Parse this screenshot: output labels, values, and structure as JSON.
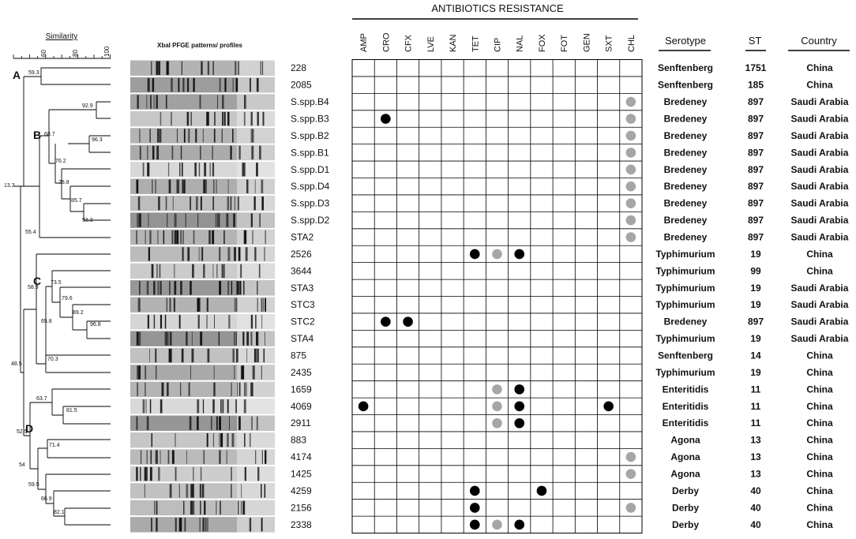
{
  "header": {
    "group_title": "ANTIBIOTICS   RESISTANCE",
    "similarity_label": "Similarity",
    "pfge_label": "XbaI PFGE patterns/ profiles",
    "scale_ticks": [
      "60",
      "80",
      "100"
    ],
    "serotype_header": "Serotype",
    "st_header": "ST",
    "country_header": "Country"
  },
  "antibiotics": [
    "AMP",
    "CRO",
    "CFX",
    "LVE",
    "KAN",
    "TET",
    "CIP",
    "NAL",
    "FOX",
    "FOT",
    "GEN",
    "SXT",
    "CHL"
  ],
  "legend_colors": {
    "resistant": "#000000",
    "intermediate": "#a6a6a6"
  },
  "clusters": [
    {
      "label": "A"
    },
    {
      "label": "B"
    },
    {
      "label": "C"
    },
    {
      "label": "D"
    }
  ],
  "node_values": [
    "59.3",
    "92.9",
    "68.7",
    "96.3",
    "76.2",
    "78.8",
    "85.7",
    "93.3",
    "13.3",
    "55.4",
    "73.5",
    "58.9",
    "79.6",
    "89.2",
    "96.8",
    "65.8",
    "70.3",
    "48.5",
    "63.7",
    "81.5",
    "52.5",
    "71.4",
    "54",
    "59.5",
    "66.9",
    "82.1"
  ],
  "isolates": [
    {
      "id": "228",
      "serotype": "Senftenberg",
      "st": "1751",
      "country": "China",
      "R": [],
      "I": []
    },
    {
      "id": "2085",
      "serotype": "Senftenberg",
      "st": "185",
      "country": "China",
      "R": [],
      "I": []
    },
    {
      "id": "S.spp.B4",
      "serotype": "Bredeney",
      "st": "897",
      "country": "Saudi Arabia",
      "R": [],
      "I": [
        "CHL"
      ]
    },
    {
      "id": "S.spp.B3",
      "serotype": "Bredeney",
      "st": "897",
      "country": "Saudi Arabia",
      "R": [
        "CRO"
      ],
      "I": [
        "CHL"
      ]
    },
    {
      "id": "S.spp.B2",
      "serotype": "Bredeney",
      "st": "897",
      "country": "Saudi Arabia",
      "R": [],
      "I": [
        "CHL"
      ]
    },
    {
      "id": "S.spp.B1",
      "serotype": "Bredeney",
      "st": "897",
      "country": "Saudi Arabia",
      "R": [],
      "I": [
        "CHL"
      ]
    },
    {
      "id": "S.spp.D1",
      "serotype": "Bredeney",
      "st": "897",
      "country": "Saudi Arabia",
      "R": [],
      "I": [
        "CHL"
      ]
    },
    {
      "id": "S.spp.D4",
      "serotype": "Bredeney",
      "st": "897",
      "country": "Saudi Arabia",
      "R": [],
      "I": [
        "CHL"
      ]
    },
    {
      "id": "S.spp.D3",
      "serotype": "Bredeney",
      "st": "897",
      "country": "Saudi Arabia",
      "R": [],
      "I": [
        "CHL"
      ]
    },
    {
      "id": "S.spp.D2",
      "serotype": "Bredeney",
      "st": "897",
      "country": "Saudi Arabia",
      "R": [],
      "I": [
        "CHL"
      ]
    },
    {
      "id": "STA2",
      "serotype": "Bredeney",
      "st": "897",
      "country": "Saudi Arabia",
      "R": [],
      "I": [
        "CHL"
      ]
    },
    {
      "id": "2526",
      "serotype": "Typhimurium",
      "st": "19",
      "country": "China",
      "R": [
        "TET",
        "NAL"
      ],
      "I": [
        "CIP"
      ]
    },
    {
      "id": "3644",
      "serotype": "Typhimurium",
      "st": "99",
      "country": "China",
      "R": [],
      "I": []
    },
    {
      "id": "STA3",
      "serotype": "Typhimurium",
      "st": "19",
      "country": "Saudi Arabia",
      "R": [],
      "I": []
    },
    {
      "id": "STC3",
      "serotype": "Typhimurium",
      "st": "19",
      "country": "Saudi Arabia",
      "R": [],
      "I": []
    },
    {
      "id": "STC2",
      "serotype": "Bredeney",
      "st": "897",
      "country": "Saudi Arabia",
      "R": [
        "CRO",
        "CFX"
      ],
      "I": []
    },
    {
      "id": "STA4",
      "serotype": "Typhimurium",
      "st": "19",
      "country": "Saudi Arabia",
      "R": [],
      "I": []
    },
    {
      "id": "875",
      "serotype": "Senftenberg",
      "st": "14",
      "country": "China",
      "R": [],
      "I": []
    },
    {
      "id": "2435",
      "serotype": "Typhimurium",
      "st": "19",
      "country": "China",
      "R": [],
      "I": []
    },
    {
      "id": "1659",
      "serotype": "Enteritidis",
      "st": "11",
      "country": "China",
      "R": [
        "NAL"
      ],
      "I": [
        "CIP"
      ]
    },
    {
      "id": "4069",
      "serotype": "Enteritidis",
      "st": "11",
      "country": "China",
      "R": [
        "AMP",
        "NAL",
        "SXT"
      ],
      "I": [
        "CIP"
      ]
    },
    {
      "id": "2911",
      "serotype": "Enteritidis",
      "st": "11",
      "country": "China",
      "R": [
        "NAL"
      ],
      "I": [
        "CIP"
      ]
    },
    {
      "id": "883",
      "serotype": "Agona",
      "st": "13",
      "country": "China",
      "R": [],
      "I": []
    },
    {
      "id": "4174",
      "serotype": "Agona",
      "st": "13",
      "country": "China",
      "R": [],
      "I": [
        "CHL"
      ]
    },
    {
      "id": "1425",
      "serotype": "Agona",
      "st": "13",
      "country": "China",
      "R": [],
      "I": [
        "CHL"
      ]
    },
    {
      "id": "4259",
      "serotype": "Derby",
      "st": "40",
      "country": "China",
      "R": [
        "TET",
        "FOX"
      ],
      "I": []
    },
    {
      "id": "2156",
      "serotype": "Derby",
      "st": "40",
      "country": "China",
      "R": [
        "TET"
      ],
      "I": [
        "CHL"
      ]
    },
    {
      "id": "2338",
      "serotype": "Derby",
      "st": "40",
      "country": "China",
      "R": [
        "TET",
        "NAL"
      ],
      "I": [
        "CIP"
      ]
    }
  ]
}
